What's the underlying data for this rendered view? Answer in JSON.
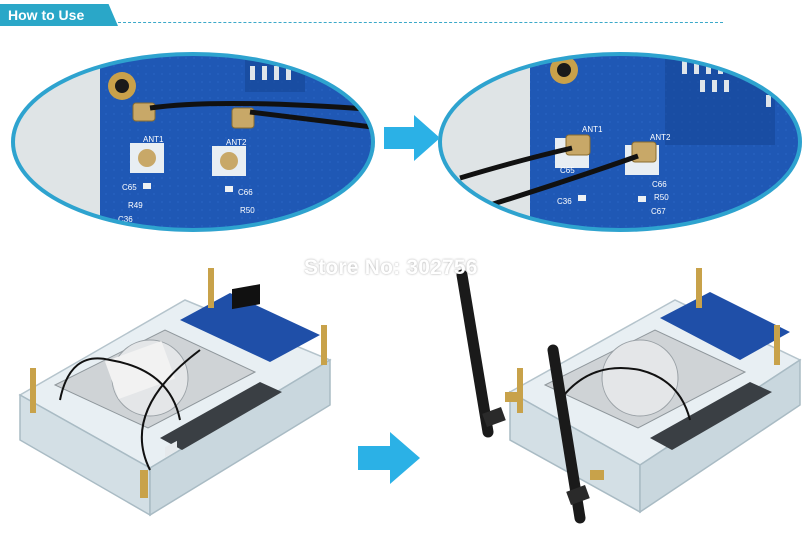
{
  "header": {
    "title": "How to Use"
  },
  "watermark": "Store No: 302756",
  "pcb_labels": {
    "left": [
      "ANT1",
      "ANT2",
      "C65",
      "C66",
      "R49",
      "R50",
      "C36"
    ],
    "right": [
      "ANT1",
      "ANT2",
      "C65",
      "C66",
      "R50",
      "C36",
      "C67"
    ]
  },
  "colors": {
    "accent": "#2aa7c8",
    "pcb": "#1f58b5",
    "arrow": "#2bb1e6",
    "acrylic": "#dfe9ee"
  },
  "icons": {
    "arrow": "arrow-right-icon"
  }
}
